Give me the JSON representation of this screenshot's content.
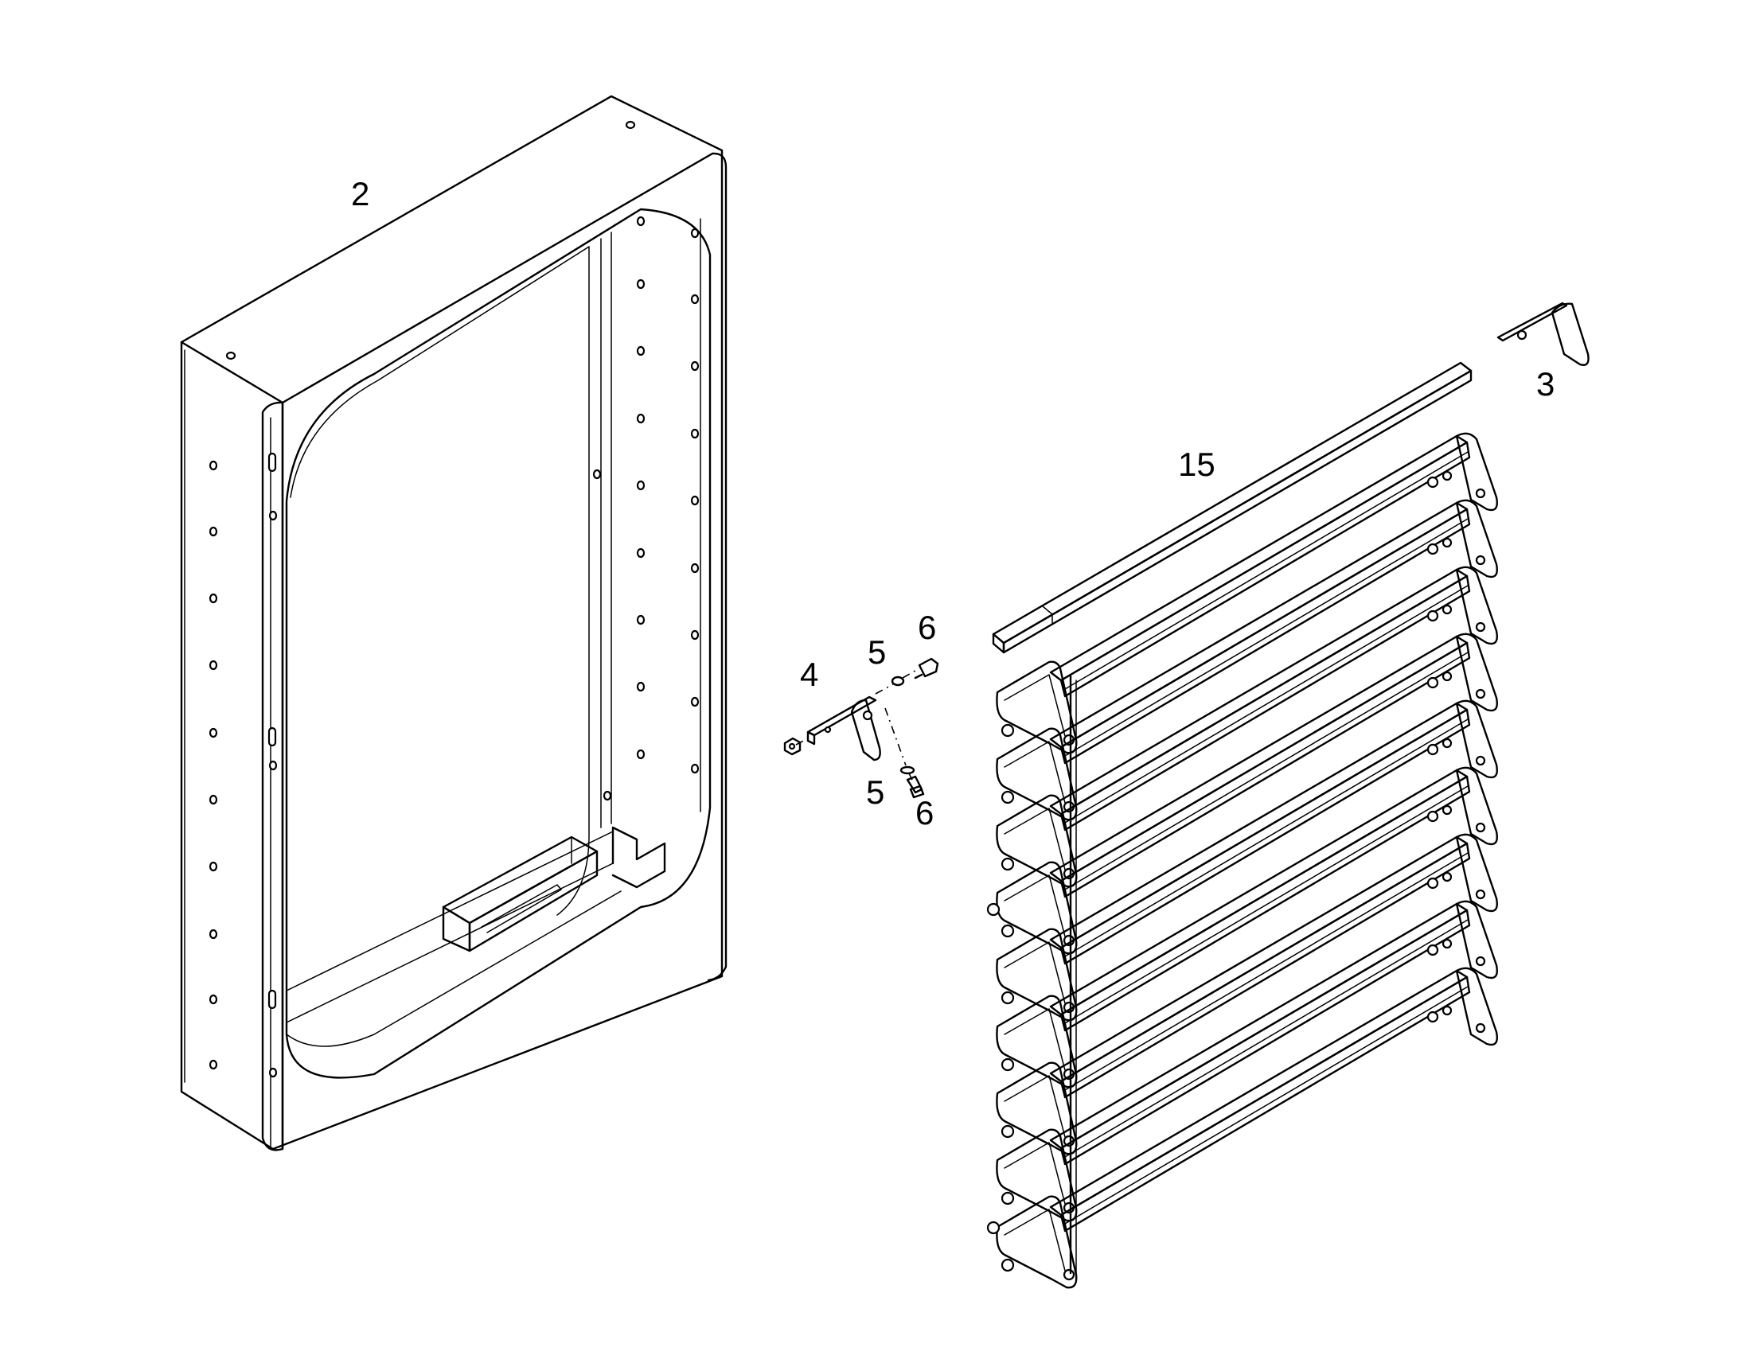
{
  "callouts": {
    "frame": "2",
    "end_bracket": "3",
    "mount_bracket": "4",
    "washer_upper": "5",
    "screw_upper": "6",
    "washer_lower": "5",
    "screw_lower": "6",
    "blade_assembly": "15"
  },
  "colors": {
    "line": "#000000",
    "background": "#ffffff"
  },
  "blade_count": 9
}
